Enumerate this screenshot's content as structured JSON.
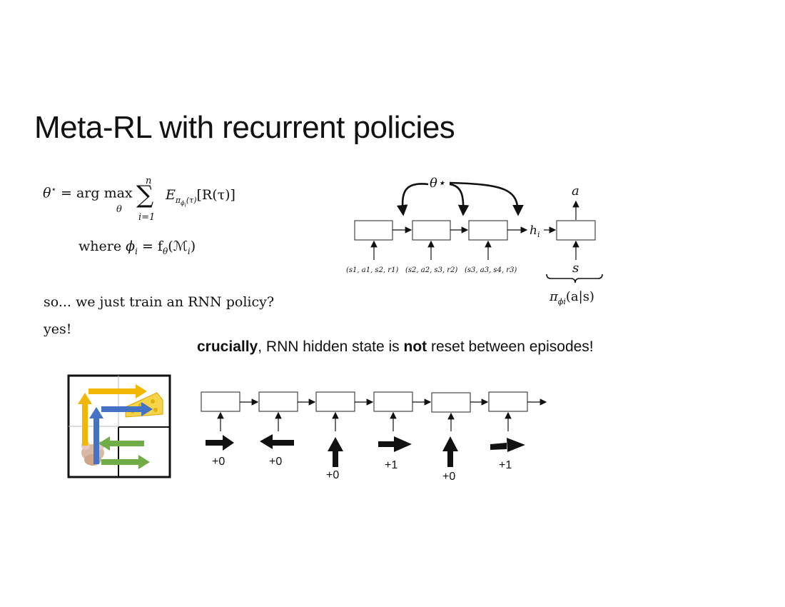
{
  "slide": {
    "title": "Meta-RL with recurrent policies"
  },
  "formula": {
    "lhs": "θ",
    "star": "⋆",
    "eq": " = arg max",
    "argmax_sub": "θ",
    "sum_top": "n",
    "sum_bottom": "i=1",
    "expectation": "E",
    "exp_sub": "π",
    "exp_sub2": "ϕ",
    "exp_sub3": "i",
    "exp_sub4": "(τ)",
    "bracket": "[R(τ)]",
    "where_word": "where",
    "where_expr": "ϕ",
    "where_i": "i",
    "where_rhs": " = f",
    "where_theta": "θ",
    "where_arg": "(ℳ",
    "where_arg_i": "i",
    "where_close": ")"
  },
  "text": {
    "question": "so... we just train an RNN policy?",
    "answer": "yes!",
    "crucial_bold1": "crucially",
    "crucial_mid": ", RNN hidden state is ",
    "crucial_bold2": "not",
    "crucial_end": " reset between episodes!"
  },
  "top_diagram": {
    "theta_label": "θ⋆",
    "h_label": "h",
    "h_sub": "i",
    "a_label": "a",
    "s_label": "s",
    "policy_label": "π",
    "policy_sub": "ϕi",
    "policy_arg": "(a|s)",
    "inputs": [
      "(s1, a1, s2, r1)",
      "(s2, a2, s3, r2)",
      "(s3, a3, s4, r3)"
    ]
  },
  "bottom_diagram": {
    "rewards": [
      "+0",
      "+0",
      "+0",
      "+1",
      "+0",
      "+1"
    ],
    "arrow_directions": [
      "right",
      "left",
      "up",
      "right",
      "up",
      "right"
    ]
  },
  "maze": {
    "arrow_colors": [
      "#f2b705",
      "#4472c4",
      "#70ad47"
    ],
    "goal_icon": "cheese-icon",
    "agent_icon": "mouse-icon"
  }
}
